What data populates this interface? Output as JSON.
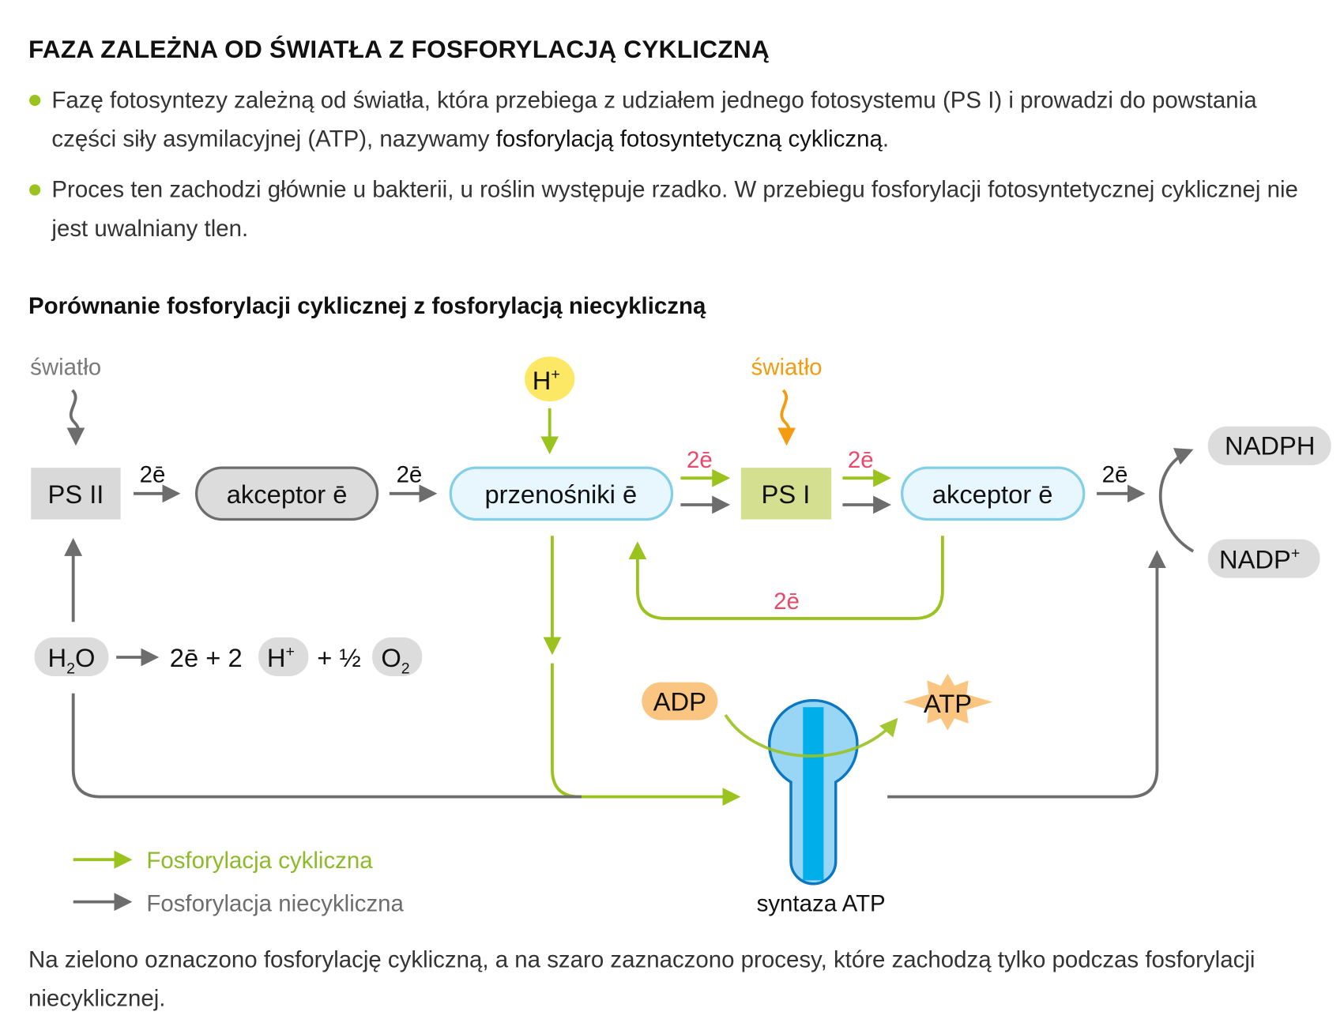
{
  "title": "FAZA ZALEŻNA OD ŚWIATŁA Z FOSFORYLACJĄ CYKLICZNĄ",
  "bullets": [
    {
      "text_before": "Fazę fotosyntezy zależną od światła, która przebiega z udziałem jednego fotosystemu (PS I) i prowadzi do powstania części siły asymilacyjnej (ATP), nazywamy ",
      "bold": "fosforylacją fotosyntetyczną cykliczną",
      "text_after": "."
    },
    {
      "text_before": "Proces ten zachodzi głównie u bakterii, u roślin występuje rzadko. W przebiegu fosforylacji fotosyntetycznej cyklicznej nie jest uwalniany tlen.",
      "bold": "",
      "text_after": ""
    }
  ],
  "subtitle": "Porównanie fosforylacji cyklicznej z fosforylacją niecykliczną",
  "diagram": {
    "light_ps2": "światło",
    "light_ps1": "światło",
    "ps2": "PS II",
    "ps1": "PS I",
    "acceptor1": "akceptor ē",
    "carriers": "przenośniki ē",
    "acceptor2": "akceptor ē",
    "electrons": "2ē",
    "h_plus": {
      "base": "H",
      "sup": "+"
    },
    "nadph": "NADPH",
    "nadp": {
      "base": "NADP",
      "sup": "+"
    },
    "water": {
      "h": "H",
      "sub": "2",
      "o": "O"
    },
    "reaction_part1": "2ē + 2",
    "reaction_part2": "+ ½",
    "oxygen": {
      "base": "O",
      "sub": "2"
    },
    "adp": "ADP",
    "atp": "ATP",
    "synthase": "syntaza ATP"
  },
  "legend": [
    {
      "label": "Fosforylacja cykliczna",
      "color": "#8dba28"
    },
    {
      "label": "Fosforylacja niecykliczna",
      "color": "#6d6d6d"
    }
  ],
  "footer": "Na zielono oznaczono fosforylację cykliczną, a na szaro zaznaczono procesy, które zachodzą tylko podczas fosforylacji niecyklicznej.",
  "colors": {
    "green": "#9bc31e",
    "gray": "#6d6d6d",
    "red": "#e8496a",
    "orange": "#f39c12",
    "yellow": "#fde866",
    "blue": "#00aee9"
  }
}
